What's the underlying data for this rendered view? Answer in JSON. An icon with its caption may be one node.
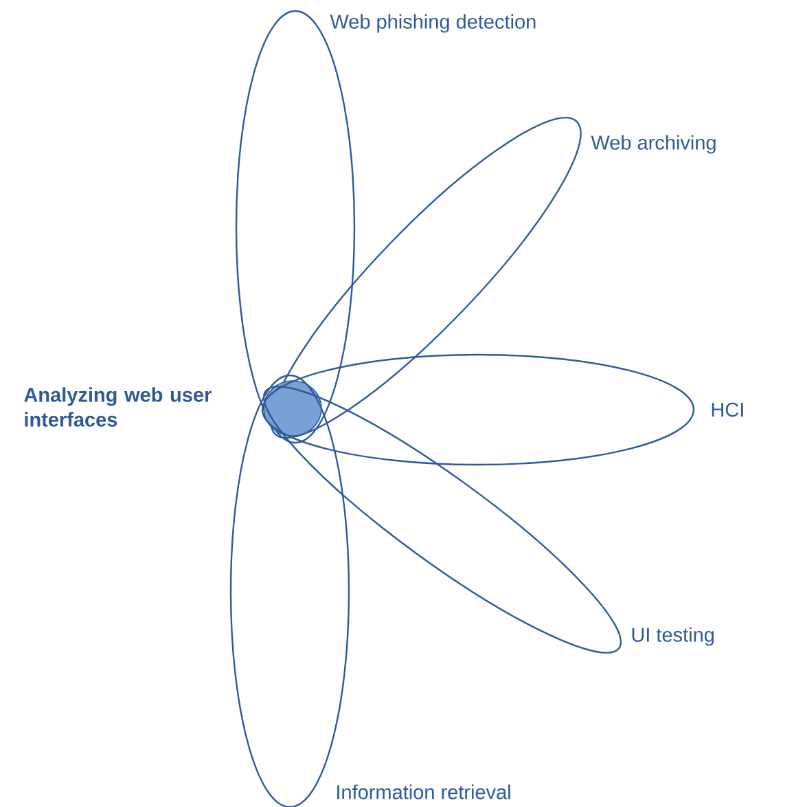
{
  "diagram": {
    "nodes": [
      {
        "text": [
          "Web phishing detection"
        ]
      },
      {
        "text": [
          "Web archiving"
        ]
      },
      {
        "text": [
          "Analyzing web user interfaces"
        ]
      },
      {
        "text": [
          "HCI"
        ]
      },
      {
        "text": [
          "UI testing"
        ]
      },
      {
        "text": [
          "Information retrieval"
        ]
      }
    ]
  }
}
